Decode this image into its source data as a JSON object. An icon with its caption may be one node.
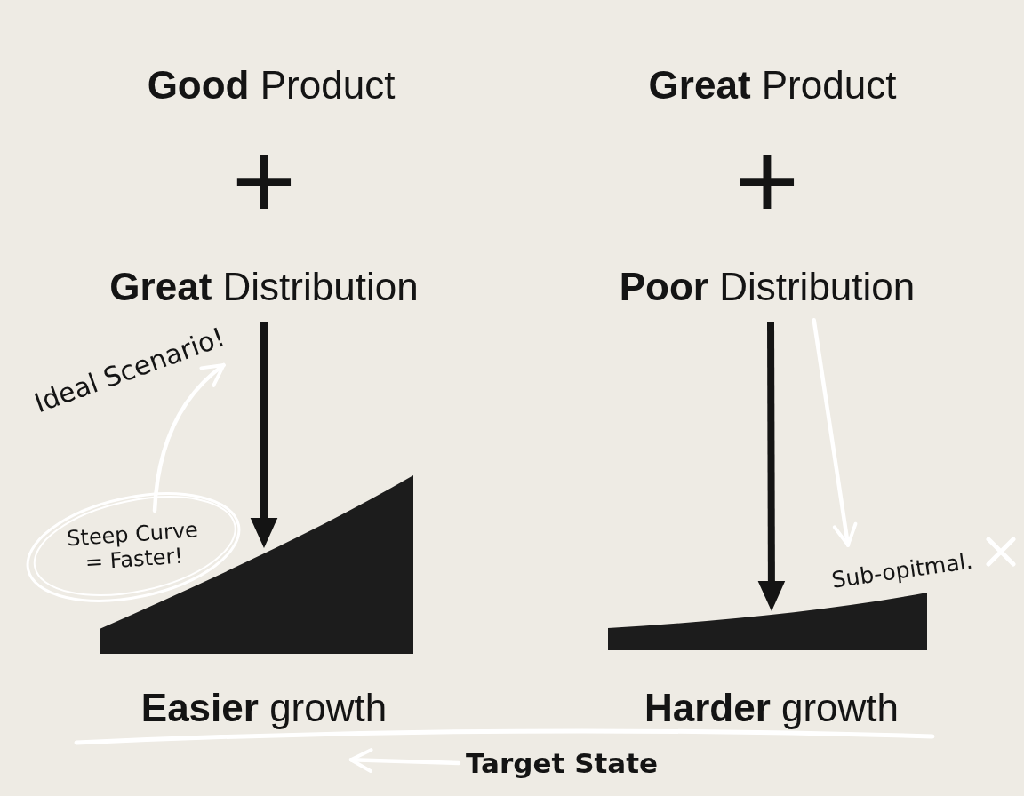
{
  "diagram": {
    "nodes": [
      {
        "text": [
          "**Good** Product"
        ]
      },
      {
        "text": [
          "**Great** Distribution"
        ]
      },
      {
        "text": [
          "Ideal Scenario!"
        ]
      },
      {
        "text": [
          "Steep Curve = Faster!"
        ]
      },
      {
        "text": [],
        "shape": "picture"
      },
      {
        "text": [
          "**Easier** growth"
        ]
      },
      {
        "text": [
          "**Great** Product"
        ]
      },
      {
        "text": [
          "**Poor** Distribution"
        ]
      },
      {
        "text": [
          "Sub-opitmal."
        ]
      },
      {
        "text": [],
        "shape": "picture"
      },
      {
        "text": [
          "**Harder** growth"
        ]
      },
      {
        "text": [
          "Target State"
        ]
      }
    ],
    "edges": [
      {
        "from": 1,
        "to": 4,
        "arrow": "to",
        "color": "#141414"
      },
      {
        "from": 3,
        "to": 2,
        "arrow": "to",
        "color": "#ffffff"
      },
      {
        "from": 7,
        "to": 9,
        "arrow": "to",
        "color": "#141414"
      },
      {
        "from": 7,
        "to": 8,
        "arrow": "to",
        "color": "#ffffff"
      },
      {
        "from": 11,
        "to": 5,
        "arrow": "to",
        "color": "#ffffff"
      }
    ],
    "labels": [
      "+",
      "+"
    ]
  }
}
